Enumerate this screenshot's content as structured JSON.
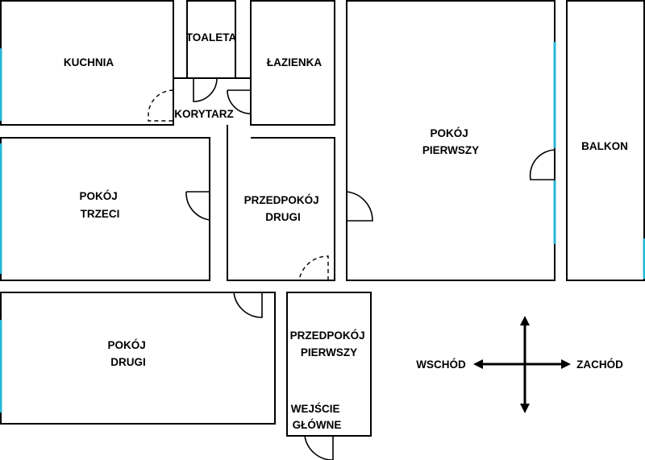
{
  "rooms": {
    "kuchnia": "KUCHNIA",
    "toaleta": "TOALETA",
    "lazienka": "ŁAZIENKA",
    "korytarz": "KORYTARZ",
    "pokoj_pierwszy": [
      "POKÓJ",
      "PIERWSZY"
    ],
    "balkon": "BALKON",
    "pokoj_trzeci": [
      "POKÓJ",
      "TRZECI"
    ],
    "przedpokoj_drugi": [
      "PRZEDPOKÓJ",
      "DRUGI"
    ],
    "pokoj_drugi": [
      "POKÓJ",
      "DRUGI"
    ],
    "przedpokoj_pierwszy": [
      "PRZEDPOKÓJ",
      "PIERWSZY"
    ],
    "wejscie_glowne": [
      "WEJŚCIE",
      "GŁÓWNE"
    ]
  },
  "compass": {
    "left_label": "WSCHÓD",
    "right_label": "ZACHÓD"
  },
  "colors": {
    "walls": "#000000",
    "windows": "#27b7d8",
    "background": "#ffffff"
  }
}
